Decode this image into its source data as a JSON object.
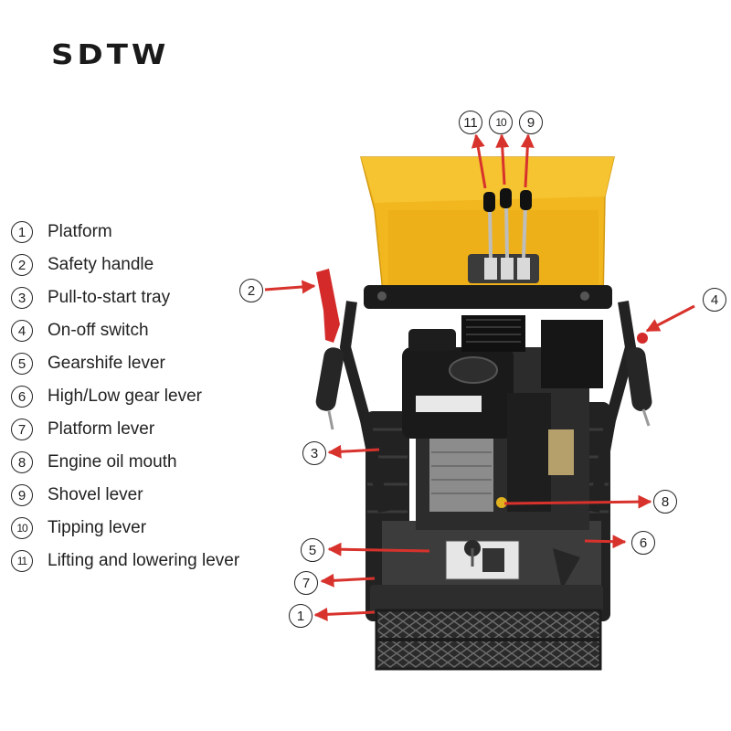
{
  "brand": "SDTW",
  "legend": [
    {
      "num": "1",
      "label": "Platform"
    },
    {
      "num": "2",
      "label": "Safety handle"
    },
    {
      "num": "3",
      "label": "Pull-to-start tray"
    },
    {
      "num": "4",
      "label": "On-off switch"
    },
    {
      "num": "5",
      "label": "Gearshife lever"
    },
    {
      "num": "6",
      "label": "High/Low gear lever"
    },
    {
      "num": "7",
      "label": "Platform lever"
    },
    {
      "num": "8",
      "label": "Engine oil mouth"
    },
    {
      "num": "9",
      "label": "Shovel lever"
    },
    {
      "num": "10",
      "label": "Tipping lever"
    },
    {
      "num": "11",
      "label": "Lifting and lowering lever"
    }
  ],
  "callouts": {
    "c1": "1",
    "c2": "2",
    "c3": "3",
    "c4": "4",
    "c5": "5",
    "c6": "6",
    "c7": "7",
    "c8": "8",
    "c9": "9",
    "c10": "10",
    "c11": "11"
  },
  "colors": {
    "hopper": "#f2b71f",
    "frame": "#1f1f1f",
    "arrow": "#d8322c",
    "handle_red": "#d42a2a"
  }
}
